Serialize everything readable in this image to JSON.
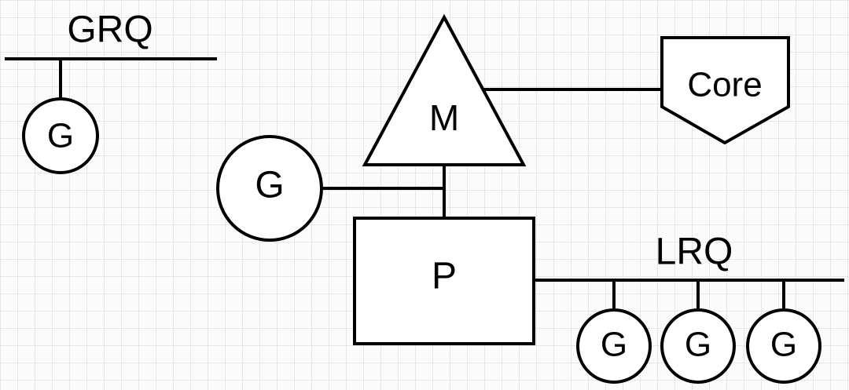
{
  "global_run_queue": {
    "label": "GRQ",
    "goroutines": [
      {
        "label": "G"
      }
    ]
  },
  "machine": {
    "label": "M"
  },
  "core": {
    "label": "Core"
  },
  "running_goroutine": {
    "label": "G"
  },
  "processor": {
    "label": "P"
  },
  "local_run_queue": {
    "label": "LRQ",
    "goroutines": [
      {
        "label": "G"
      },
      {
        "label": "G"
      },
      {
        "label": "G"
      }
    ]
  }
}
